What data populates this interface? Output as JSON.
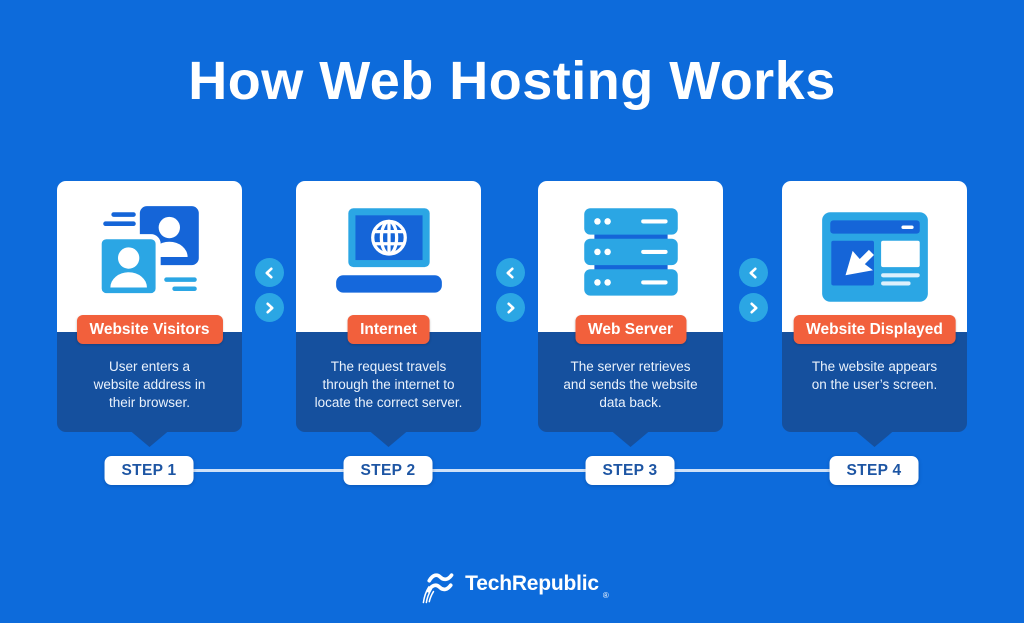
{
  "title": "How Web Hosting Works",
  "steps": [
    {
      "label": "Website Visitors",
      "description": "User enters a\nwebsite address in\ntheir browser.",
      "step_label": "STEP 1",
      "icon": "visitors-icon"
    },
    {
      "label": "Internet",
      "description": "The request travels\nthrough the internet to\nlocate the correct server.",
      "step_label": "STEP 2",
      "icon": "internet-laptop-icon"
    },
    {
      "label": "Web Server",
      "description": "The server retrieves\nand sends the website\ndata back.",
      "step_label": "STEP 3",
      "icon": "server-stack-icon"
    },
    {
      "label": "Website Displayed",
      "description": "The website appears\non the user’s screen.",
      "step_label": "STEP 4",
      "icon": "browser-window-icon"
    }
  ],
  "carousel_nav": {
    "prev_icon": "chevron-left-icon",
    "next_icon": "chevron-right-icon"
  },
  "footer": {
    "brand": "TechRepublic",
    "registered_mark": "®",
    "logo_icon": "techrepublic-flag-icon"
  },
  "colors": {
    "background": "#0D6BDB",
    "card_body_navy": "#15509E",
    "badge_orange": "#F2603C",
    "accent_light_blue": "#2BA6E4",
    "icon_medium_blue": "#1565D8",
    "step_text_blue": "#1D55A3"
  }
}
